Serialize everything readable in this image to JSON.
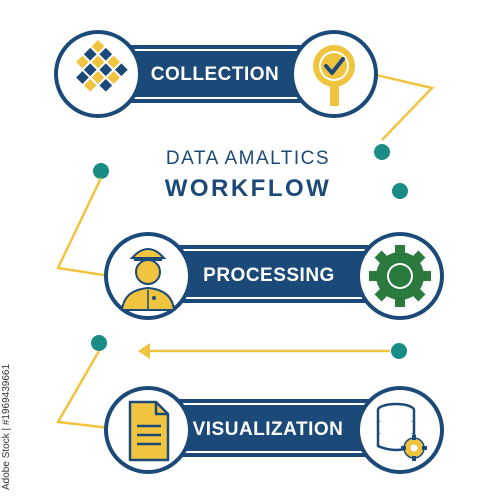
{
  "title": {
    "line1": "DATA AMALTICS",
    "line2": "WORKFLOW"
  },
  "steps": [
    {
      "label": "COLLECTION",
      "left_icon": "diamond-grid-icon",
      "right_icon": "magnifier-check-icon"
    },
    {
      "label": "PROCESSING",
      "left_icon": "worker-person-icon",
      "right_icon": "gear-icon"
    },
    {
      "label": "VISUALIZATION",
      "left_icon": "document-icon",
      "right_icon": "database-gear-icon"
    }
  ],
  "watermark": "Adobe Stock | #1969439661",
  "colors": {
    "navy": "#1c4a78",
    "gold": "#f0c43f",
    "teal": "#1a8c86",
    "green": "#2a7a3e"
  }
}
